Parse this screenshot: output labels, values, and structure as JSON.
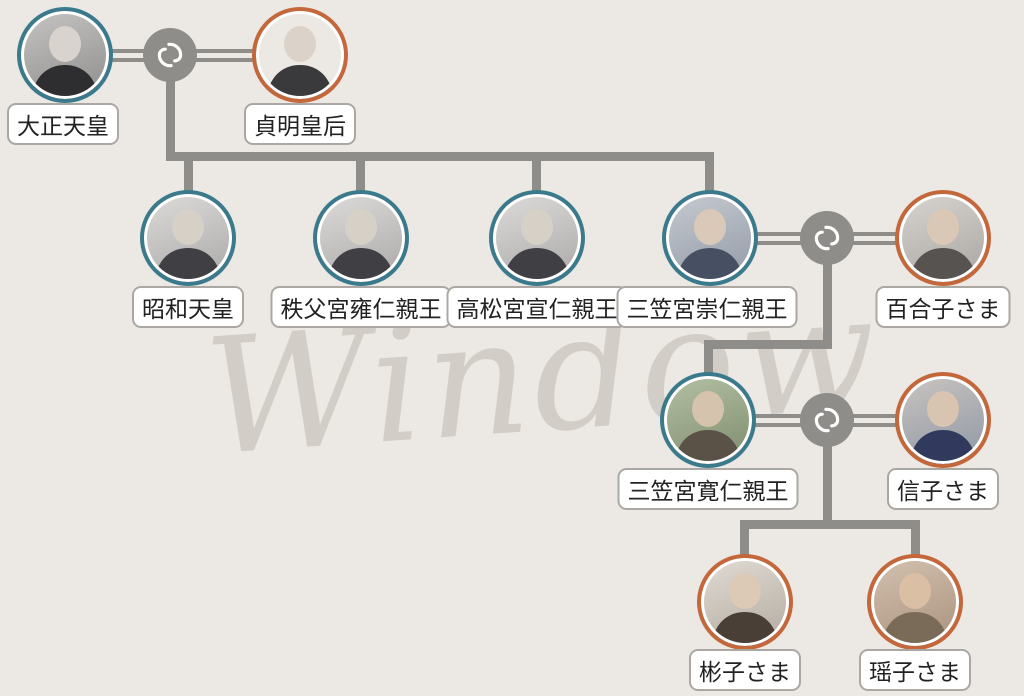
{
  "theme": {
    "background_color": "#ECE9E4",
    "line_color": "#8F8D89",
    "male_ring_color": "#3A7A8C",
    "female_ring_color": "#C4673B",
    "label_background": "#FFFFFF",
    "label_border_color": "#ABA8A3",
    "label_text_color": "#222222",
    "marriage_node_color": "#8F8D89",
    "marriage_symbol_icon": "swirl-icon",
    "watermark_color": "#D2CEC7"
  },
  "watermark_text": "Window",
  "people": [
    {
      "name": "大正天皇",
      "gender": "male"
    },
    {
      "name": "貞明皇后",
      "gender": "female"
    },
    {
      "name": "昭和天皇",
      "gender": "male"
    },
    {
      "name": "秩父宮雍仁親王",
      "gender": "male"
    },
    {
      "name": "高松宮宣仁親王",
      "gender": "male"
    },
    {
      "name": "三笠宮崇仁親王",
      "gender": "male"
    },
    {
      "name": "百合子さま",
      "gender": "female"
    },
    {
      "name": "三笠宮寛仁親王",
      "gender": "male"
    },
    {
      "name": "信子さま",
      "gender": "female"
    },
    {
      "name": "彬子さま",
      "gender": "female"
    },
    {
      "name": "瑶子さま",
      "gender": "female"
    }
  ]
}
